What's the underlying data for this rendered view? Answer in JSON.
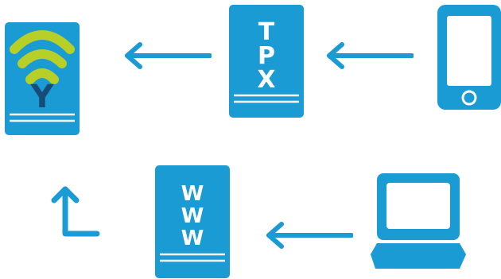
{
  "colors": {
    "primary_blue": "#1a9bd4",
    "wifi_green": "#b8cf28",
    "deep_navy": "#174b78",
    "white": "#ffffff"
  },
  "nodes": {
    "wifi_receiver": {
      "icon": "wifi-y-document-icon",
      "letter": "Y"
    },
    "tpx_document": {
      "icon": "tpx-document-icon",
      "letters": [
        "T",
        "P",
        "X"
      ]
    },
    "mobile_phone": {
      "icon": "mobile-phone-icon"
    },
    "www_document": {
      "icon": "www-document-icon",
      "letters": [
        "W",
        "W",
        "W"
      ]
    },
    "laptop": {
      "icon": "laptop-icon"
    }
  },
  "flow": [
    {
      "from": "mobile_phone",
      "to": "tpx_document",
      "icon": "arrow-left-icon"
    },
    {
      "from": "tpx_document",
      "to": "wifi_receiver",
      "icon": "arrow-left-icon"
    },
    {
      "from": "laptop",
      "to": "www_document",
      "icon": "arrow-left-icon"
    },
    {
      "from": "www_document",
      "to": "wifi_receiver",
      "icon": "arrow-up-corner-icon"
    }
  ]
}
